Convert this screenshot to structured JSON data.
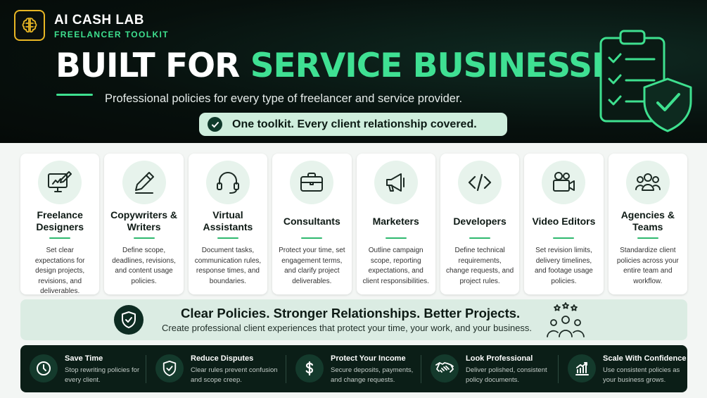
{
  "brand": {
    "name": "AI CASH LAB",
    "tagline": "FREELANCER TOOLKIT"
  },
  "hero": {
    "headline_white": "BUILT FOR ",
    "headline_accent": "SERVICE BUSINESSES",
    "subhead": "Professional policies for every type of freelancer and service provider.",
    "pill": "One toolkit. Every client relationship covered."
  },
  "cards": [
    {
      "icon": "designer-monitor-icon",
      "title": "Freelance Designers",
      "desc": "Set clear expectations for design projects, revisions, and deliverables."
    },
    {
      "icon": "pencil-icon",
      "title": "Copywriters & Writers",
      "desc": "Define scope, deadlines, revisions, and content usage policies."
    },
    {
      "icon": "headset-icon",
      "title": "Virtual Assistants",
      "desc": "Document tasks, communication rules, response times, and boundaries."
    },
    {
      "icon": "briefcase-icon",
      "title": "Consultants",
      "desc": "Protect your time, set engagement terms, and clarify project deliverables."
    },
    {
      "icon": "megaphone-icon",
      "title": "Marketers",
      "desc": "Outline campaign scope, reporting expectations, and client responsibilities."
    },
    {
      "icon": "code-icon",
      "title": "Developers",
      "desc": "Define technical requirements, change requests, and project rules."
    },
    {
      "icon": "video-camera-icon",
      "title": "Video Editors",
      "desc": "Set revision limits, delivery timelines, and footage usage policies."
    },
    {
      "icon": "team-icon",
      "title": "Agencies & Teams",
      "desc": "Standardize client policies across your entire team and workflow."
    }
  ],
  "banner": {
    "title": "Clear Policies. Stronger Relationships. Better Projects.",
    "subtitle": "Create professional client experiences that protect your time, your work, and your business."
  },
  "benefits": [
    {
      "icon": "clock-icon",
      "title": "Save Time",
      "desc": "Stop rewriting policies for every client."
    },
    {
      "icon": "shield-check-icon",
      "title": "Reduce Disputes",
      "desc": "Clear rules prevent confusion and scope creep."
    },
    {
      "icon": "dollar-icon",
      "title": "Protect Your Income",
      "desc": "Secure deposits, payments, and change requests."
    },
    {
      "icon": "handshake-icon",
      "title": "Look Professional",
      "desc": "Deliver polished, consistent policy documents."
    },
    {
      "icon": "growth-chart-icon",
      "title": "Scale With Confidence",
      "desc": "Use consistent policies as your business grows."
    }
  ],
  "colors": {
    "accent": "#3ee08f",
    "dark": "#07100d",
    "gold": "#e8b624",
    "card_icon_bg": "#e7f3ec"
  }
}
